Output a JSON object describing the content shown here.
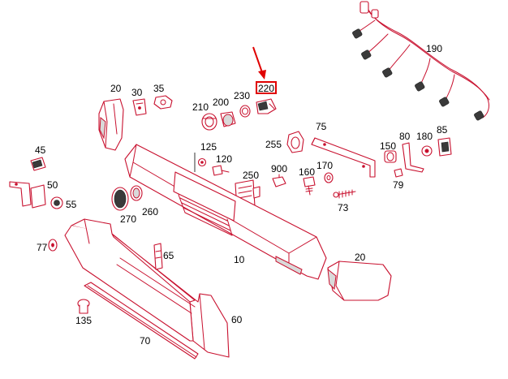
{
  "callouts": {
    "c20a": "20",
    "c30": "30",
    "c35": "35",
    "c210": "210",
    "c200": "200",
    "c230": "230",
    "c220": "220",
    "c190": "190",
    "c75": "75",
    "c255": "255",
    "c80": "80",
    "c180": "180",
    "c85": "85",
    "c150": "150",
    "c45": "45",
    "c125": "125",
    "c120": "120",
    "c250": "250",
    "c900": "900",
    "c160": "160",
    "c170": "170",
    "c79": "79",
    "c50": "50",
    "c55": "55",
    "c73": "73",
    "c270": "270",
    "c260": "260",
    "c77": "77",
    "c65": "65",
    "c10": "10",
    "c20b": "20",
    "c135": "135",
    "c60": "60",
    "c70": "70"
  },
  "highlight": {
    "part": "220",
    "color": "#e00000"
  },
  "colors": {
    "line_art": "#c8102e",
    "callout_text": "#000000",
    "background": "#ffffff"
  }
}
